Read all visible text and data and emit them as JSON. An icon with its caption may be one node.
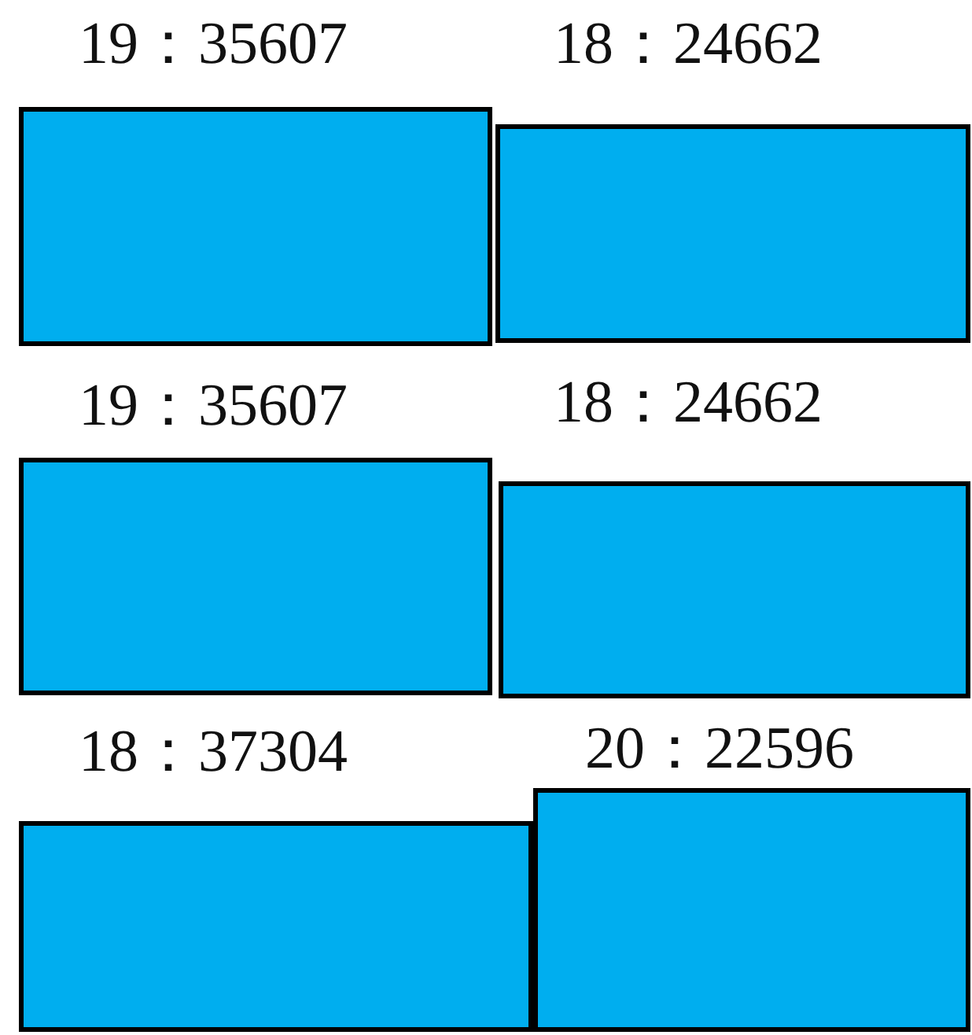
{
  "diagram": {
    "nodes": [
      {
        "text": [
          "19：35607"
        ]
      },
      {
        "text": [
          "18：24662"
        ]
      },
      {
        "text": [
          "19：35607"
        ]
      },
      {
        "text": [
          "18：24662"
        ]
      },
      {
        "text": [
          "18：37304"
        ]
      },
      {
        "text": [
          "20：22596"
        ]
      }
    ]
  }
}
